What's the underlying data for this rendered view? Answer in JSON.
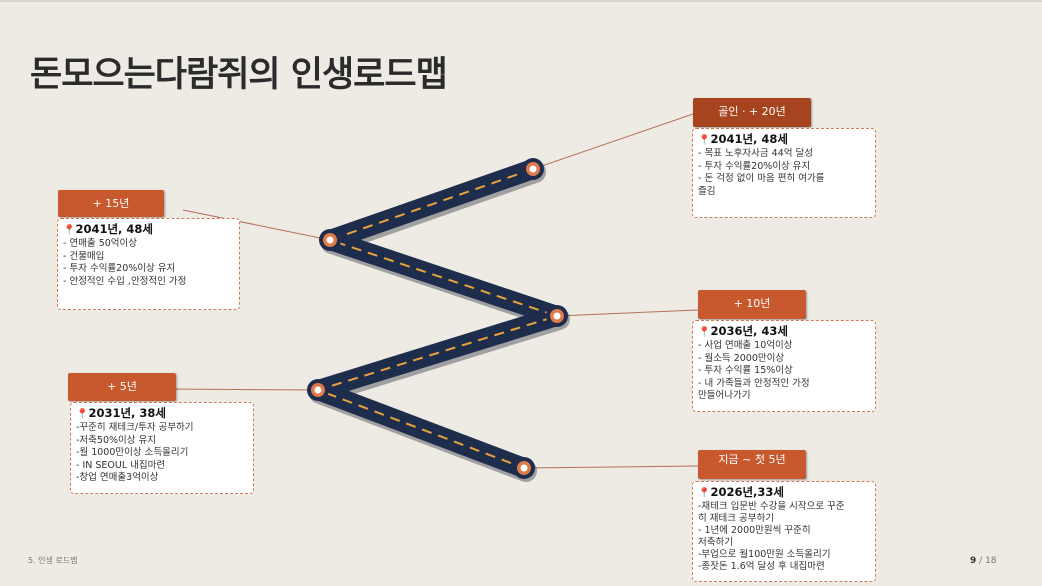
{
  "slide": {
    "title": "돈모으는다람쥐의 인생로드맵",
    "footer_left": "5. 인생 로드맵",
    "page_current": "9",
    "page_sep": "/",
    "page_total": "18"
  },
  "colors": {
    "background": "#eeebe4",
    "tag": "#c8582d",
    "road": "#1f2d4d",
    "road_dash": "#e8a33c",
    "box_border": "#cf7a55"
  },
  "milestones": [
    {
      "tag": "골인 · + 20년",
      "year": "2041년, 48세",
      "items": [
        "- 목표 노후자사금 44억 달성",
        "- 투자 수익률20%이상 유지",
        "- 돈 걱정 없이 마음 편히 여가를",
        "즐김"
      ]
    },
    {
      "tag": "+ 15년",
      "year": "2041년, 48세",
      "items": [
        "- 연매출 50억이상",
        "- 건물매입",
        "- 투자 수익률20%이상 유지",
        "- 안정적인 수입 ,안정적인 가정"
      ]
    },
    {
      "tag": "+ 10년",
      "year": "2036년, 43세",
      "items": [
        "- 사업 연매출 10억이상",
        "- 월소득 2000만이상",
        "- 투자 수익률 15%이상",
        "- 내 가족들과 안정적인 가정",
        "만들어나가기"
      ]
    },
    {
      "tag": "+ 5년",
      "year": "2031년, 38세",
      "items": [
        "-꾸준히 재테크/투자 공부하기",
        "-저축50%이상 유지",
        "-월 1000만이상 소득올리기",
        "- IN SEOUL 내집마련",
        "-창업 연매출3억이상"
      ]
    },
    {
      "tag": "지금 ~ 첫 5년",
      "year": "2026년,33세",
      "items": [
        "-재테크 입문반 수강을 시작으로 꾸준",
        "히 재테크 공부하기",
        "- 1년에 2000만원씩 꾸준히",
        "저축하기",
        "-부업으로 월100만원 소득올리기",
        "-종잣돈 1.6억 달성 후 내집마련"
      ]
    }
  ]
}
